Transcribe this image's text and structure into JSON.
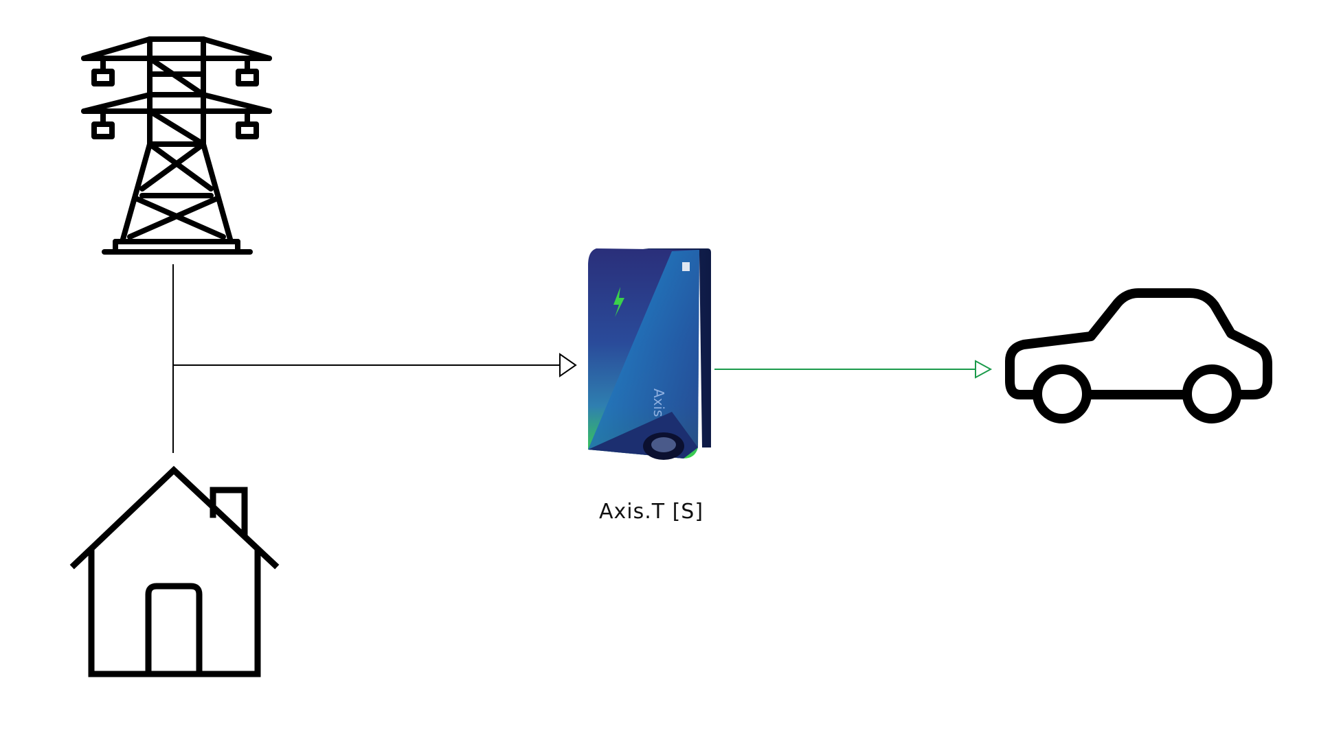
{
  "diagram": {
    "nodes": [
      {
        "id": "grid",
        "icon": "power-pylon-icon"
      },
      {
        "id": "house",
        "icon": "house-icon"
      },
      {
        "id": "charger",
        "icon": "ev-charger-icon",
        "label": "Axis.T [S]",
        "device_text": "Axis"
      },
      {
        "id": "car",
        "icon": "car-icon"
      }
    ],
    "edges": [
      {
        "from": "grid",
        "to": "house",
        "type": "line"
      },
      {
        "from": "grid-house-line",
        "to": "charger",
        "type": "arrow"
      },
      {
        "from": "charger",
        "to": "car",
        "type": "arrow"
      }
    ]
  },
  "colors": {
    "icon_stroke": "#000000",
    "feed_arrow": "#000000",
    "output_arrow": "#1a9a4a",
    "charger_body": "#2a4b9a",
    "charger_accent": "#3ad14a",
    "background": "#ffffff"
  }
}
